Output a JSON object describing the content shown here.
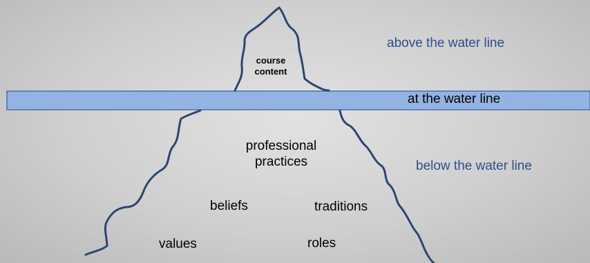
{
  "labels": {
    "tip": "course\ncontent",
    "above": "above the water line",
    "at": "at the water line",
    "below": "below the water line",
    "professional_practices": "professional\npractices",
    "beliefs": "beliefs",
    "traditions": "traditions",
    "values": "values",
    "roles": "roles"
  },
  "colors": {
    "band_fill": "#93b4e3",
    "band_stroke": "#4a6fb0",
    "outline": "#2b466f",
    "blue_text": "#2f4f8a"
  }
}
